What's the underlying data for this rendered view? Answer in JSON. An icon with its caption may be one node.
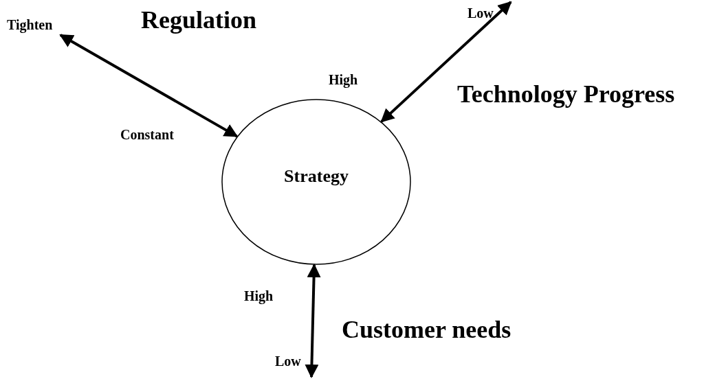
{
  "diagram": {
    "nodes": [
      {
        "text": [
          "Low"
        ]
      },
      {
        "text": [
          "Tighten"
        ]
      },
      {
        "text": [
          "Strategy"
        ]
      },
      {
        "text": [
          "Low"
        ]
      }
    ],
    "edges": [
      {
        "from": 1,
        "to": 2,
        "arrow": "both",
        "label": "Regulation"
      },
      {
        "from": 0,
        "to": 2,
        "arrow": "both",
        "label": "Technology Progress"
      },
      {
        "from": 3,
        "to": 2,
        "arrow": "both",
        "label": "Customer needs"
      }
    ],
    "labels": [
      "High",
      "Constant",
      "High"
    ]
  }
}
